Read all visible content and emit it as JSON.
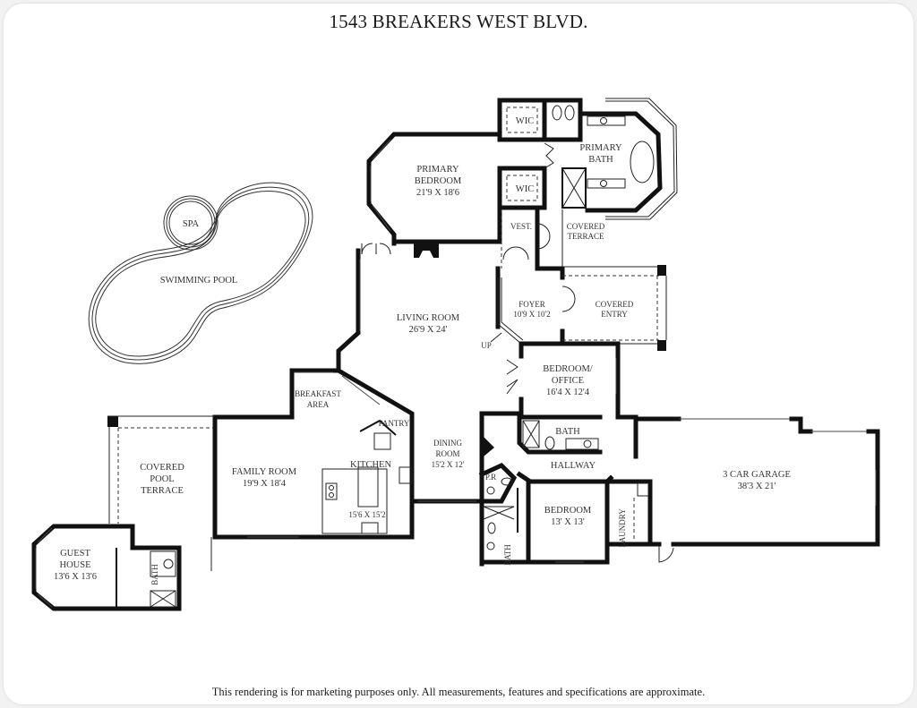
{
  "title": "1543 BREAKERS WEST BLVD.",
  "disclaimer": "This rendering is for marketing purposes only. All measurements, features and specifications are approximate.",
  "rooms": {
    "wic_upper": {
      "name": "WIC"
    },
    "wic_lower": {
      "name": "WIC"
    },
    "primary_bath": {
      "line1": "PRIMARY",
      "line2": "BATH"
    },
    "primary_bedroom": {
      "line1": "PRIMARY",
      "line2": "BEDROOM",
      "dims": "21'9 X 18'6"
    },
    "vestibule": {
      "name": "VEST."
    },
    "covered_terrace": {
      "line1": "COVERED",
      "line2": "TERRACE"
    },
    "spa": {
      "name": "SPA"
    },
    "swimming_pool": {
      "name": "SWIMMING POOL"
    },
    "living_room": {
      "name": "LIVING ROOM",
      "dims": "26'9 X 24'"
    },
    "foyer": {
      "name": "FOYER",
      "dims": "10'9 X 10'2"
    },
    "covered_entry": {
      "line1": "COVERED",
      "line2": "ENTRY"
    },
    "stairs": {
      "label": "UP"
    },
    "bedroom_office": {
      "line1": "BEDROOM/",
      "line2": "OFFICE",
      "dims": "16'4 X 12'4"
    },
    "breakfast_area": {
      "line1": "BREAKFAST",
      "line2": "AREA"
    },
    "pantry": {
      "name": "PANTRY"
    },
    "dining_room": {
      "line1": "DINING",
      "line2": "ROOM",
      "dims": "15'2 X 12'"
    },
    "kitchen": {
      "name": "KITCHEN",
      "dims": "15'6 X 15'2"
    },
    "family_room": {
      "name": "FAMILY ROOM",
      "dims": "19'9 X 18'4"
    },
    "covered_pool_terrace": {
      "line1": "COVERED",
      "line2": "POOL",
      "line3": "TERRACE"
    },
    "bath_upper": {
      "name": "BATH"
    },
    "hallway": {
      "name": "HALLWAY"
    },
    "powder_room": {
      "name": "P.R"
    },
    "bath_lower": {
      "name": "BATH"
    },
    "bedroom": {
      "name": "BEDROOM",
      "dims": "13' X 13'"
    },
    "laundry": {
      "name": "LAUNDRY"
    },
    "garage": {
      "name": "3 CAR GARAGE",
      "dims": "38'3 X 21'"
    },
    "guest_house": {
      "line1": "GUEST",
      "line2": "HOUSE",
      "dims": "13'6 X 13'6"
    },
    "guest_bath": {
      "name": "BATH"
    }
  }
}
